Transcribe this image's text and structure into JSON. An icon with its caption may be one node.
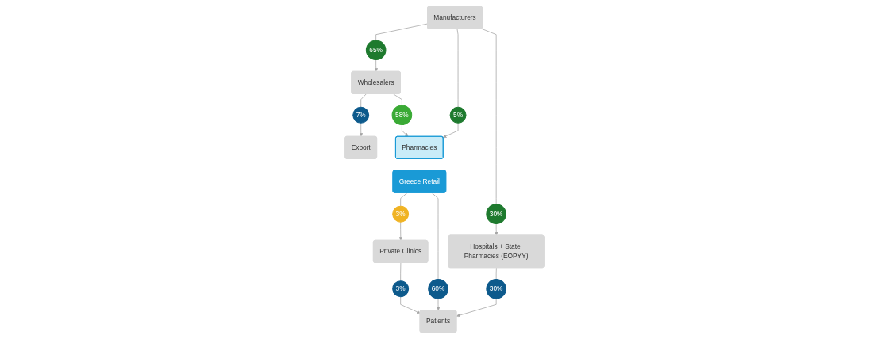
{
  "diagram": {
    "nodes": [
      {
        "text": [
          "Manufacturers"
        ]
      },
      {
        "text": [
          "Wholesalers"
        ]
      },
      {
        "text": [
          "65%"
        ]
      },
      {
        "text": [
          "Export"
        ]
      },
      {
        "text": [
          "30%"
        ]
      },
      {
        "text": [
          "5%"
        ]
      },
      {
        "text": [
          "58%"
        ]
      },
      {
        "text": [
          "7%"
        ]
      },
      {
        "text": [
          "Hospitals + State Pharmacies (EOPYY)"
        ]
      },
      {
        "text": [
          "Pharmacies"
        ]
      },
      {
        "text": [
          "Greece Retail"
        ]
      },
      {
        "text": [
          "3%"
        ]
      },
      {
        "text": [
          "Private Clinics"
        ]
      },
      {
        "text": [
          "30%"
        ]
      },
      {
        "text": [
          "60%"
        ]
      },
      {
        "text": [
          "3%"
        ]
      },
      {
        "text": [
          "Patients"
        ]
      }
    ],
    "edges": [
      {
        "from": 0,
        "to": 2,
        "arrow": "none"
      },
      {
        "from": 2,
        "to": 1,
        "arrow": "to"
      },
      {
        "from": 0,
        "to": 5,
        "arrow": "none"
      },
      {
        "from": 5,
        "to": 9,
        "arrow": "to"
      },
      {
        "from": 0,
        "to": 4,
        "arrow": "none"
      },
      {
        "from": 4,
        "to": 8,
        "arrow": "to"
      },
      {
        "from": 1,
        "to": 6,
        "arrow": "none"
      },
      {
        "from": 6,
        "to": 9,
        "arrow": "to"
      },
      {
        "from": 1,
        "to": 7,
        "arrow": "none"
      },
      {
        "from": 7,
        "to": 3,
        "arrow": "to"
      },
      {
        "from": 10,
        "to": 11,
        "arrow": "none"
      },
      {
        "from": 11,
        "to": 12,
        "arrow": "to"
      },
      {
        "from": 8,
        "to": 13,
        "arrow": "none"
      },
      {
        "from": 13,
        "to": 16,
        "arrow": "to"
      },
      {
        "from": 10,
        "to": 14,
        "arrow": "none"
      },
      {
        "from": 14,
        "to": 16,
        "arrow": "to"
      },
      {
        "from": 12,
        "to": 15,
        "arrow": "none"
      },
      {
        "from": 15,
        "to": 16,
        "arrow": "to"
      }
    ]
  }
}
